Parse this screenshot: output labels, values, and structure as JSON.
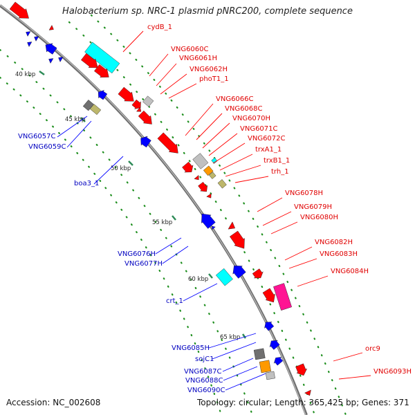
{
  "header": {
    "title": "Halobacterium sp. NRC-1 plasmid pNRC200, complete sequence"
  },
  "footer": {
    "accession": "Accession: NC_002608",
    "summary": "Topology: circular; Length: 365,425 bp; Genes: 371"
  },
  "colors": {
    "backbone": "#808080",
    "forward_gene": "#ff0000",
    "reverse_gene": "#0000ff",
    "trna": "#00ffff",
    "rrna": "#ff1493",
    "other": "#c0c0c0",
    "dark_gene": "#707070",
    "olive_gene": "#bdb76b",
    "orange_gene": "#ff9900",
    "tick": "#2e8b57",
    "label_red": "#e00000",
    "label_blue": "#0000c0"
  },
  "ticks": [
    "40 kbp",
    "45 kbp",
    "50 kbp",
    "55 kbp",
    "60 kbp",
    "65 kbp"
  ],
  "labels_outer": [
    "cydB_1",
    "VNG6060C",
    "VNG6061H",
    "VNG6062H",
    "phoT1_1",
    "VNG6066C",
    "VNG6068C",
    "VNG6070H",
    "VNG6071C",
    "VNG6072C",
    "trxA1_1",
    "trxB1_1",
    "trh_1",
    "VNG6078H",
    "VNG6079H",
    "VNG6080H",
    "VNG6082H",
    "VNG6083H",
    "VNG6084H",
    "orc9",
    "VNG6093H"
  ],
  "labels_inner": [
    "VNG6057C",
    "VNG6059C",
    "boa3_1",
    "VNG6076H",
    "VNG6077H",
    "crt_1",
    "VNG6085H",
    "sojC1",
    "VNG6087C",
    "VNG6088C",
    "VNG6090C"
  ]
}
